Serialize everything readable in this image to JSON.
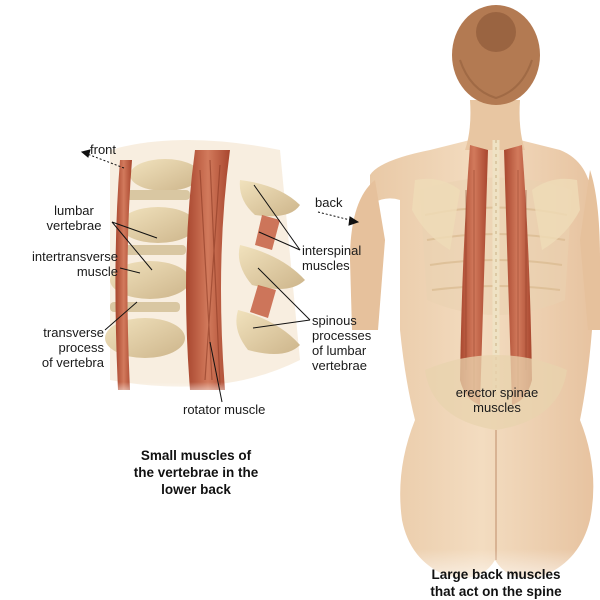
{
  "labels": {
    "front": "front",
    "back": "back",
    "lumbar_vertebrae": "lumbar\nvertebrae",
    "intertransverse_muscle": "intertransverse\nmuscle",
    "transverse_process": "transverse\nprocess\nof vertebra",
    "interspinal_muscles": "interspinal\nmuscles",
    "spinous_processes": "spinous\nprocesses\nof lumbar\nvertebrae",
    "rotator_muscle": "rotator muscle",
    "erector_spinae": "erector spinae\nmuscles"
  },
  "captions": {
    "small_muscles": "Small muscles of\nthe vertebrae in the\nlower back",
    "large_muscles": "Large back muscles\nthat act on the spine"
  }
}
